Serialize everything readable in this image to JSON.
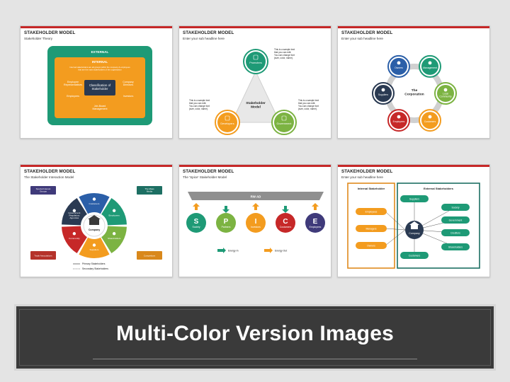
{
  "slides": [
    {
      "title": "STAKEHOLDER MODEL",
      "subtitle": "Stakeholder Theory",
      "external_label": "EXTERNAL",
      "internal_label": "INTERNAL",
      "internal_note": "Internal stakeholders are all groups within the company & employees that are the main stakeholders of the organisation",
      "center": [
        "Classification of",
        "Stakeholder"
      ],
      "items": [
        {
          "lines": [
            "Employee",
            "Representatives"
          ]
        },
        {
          "lines": [
            "Company",
            "Directors"
          ]
        },
        {
          "lines": [
            "Employees"
          ]
        },
        {
          "lines": [
            "Investors"
          ]
        },
        {
          "lines": [
            "Job-Board",
            "Management"
          ]
        }
      ]
    },
    {
      "title": "STAKEHOLDER MODEL",
      "subtitle": "Enter your sub headline here",
      "center": [
        "Stakeholder",
        "Model"
      ],
      "nodes": [
        "Promoters",
        "Developers",
        "Government"
      ],
      "note": [
        "This is a sample text",
        "that you can edit.",
        "You can change font",
        "(size, color, name)."
      ]
    },
    {
      "title": "STAKEHOLDER MODEL",
      "subtitle": "Enter your sub headline here",
      "center": [
        "The",
        "Corporation"
      ],
      "nodes": [
        "Owners",
        "Management",
        "Local Community",
        "Customers",
        "Employees",
        "Suppliers"
      ]
    },
    {
      "title": "STAKEHOLDER MODEL",
      "subtitle": "The Stakeholder Interaction Model",
      "center": "Company",
      "segments": [
        "Customers",
        "Employees",
        "Shareholders",
        "Suppliers",
        "Community",
        "Government Regulatory Agencies"
      ],
      "outer": [
        "Special Interest Groups",
        "The Mass Media",
        "Trade Associations",
        "Competitors"
      ],
      "legend": [
        "Primary Stakeholders",
        "Secondary Stakeholders"
      ]
    },
    {
      "title": "STAKEHOLDER MODEL",
      "subtitle": "The 'Spice' Stakeholder Model",
      "band": "RW AD",
      "letters": [
        {
          "letter": "S",
          "label": "Society"
        },
        {
          "letter": "P",
          "label": "Partners"
        },
        {
          "letter": "I",
          "label": "Investors"
        },
        {
          "letter": "C",
          "label": "Customers"
        },
        {
          "letter": "E",
          "label": "Employees"
        }
      ],
      "legend": [
        "Energy In",
        "Energy Out"
      ]
    },
    {
      "title": "STAKEHOLDER MODEL",
      "subtitle": "Enter your sub headline here",
      "internal_title": "Internal Stakeholder",
      "external_title": "External Stakeholders",
      "center": "Company",
      "internal": [
        "Employees",
        "Managers",
        "Owners"
      ],
      "external": [
        "Suppliers",
        "Society",
        "Government",
        "Creditors",
        "Shareholders",
        "Customers"
      ]
    }
  ],
  "banner": {
    "title": "Multi-Color Version Images"
  },
  "colors": {
    "red": "#c62828",
    "green": "#1e9a76",
    "teal": "#1d6f63",
    "orange": "#f39c1f",
    "navy": "#2a3a52",
    "blue": "#2b5fa8",
    "lime": "#7cb342",
    "purple": "#3f3a7a",
    "dark": "#3a3a3a"
  }
}
